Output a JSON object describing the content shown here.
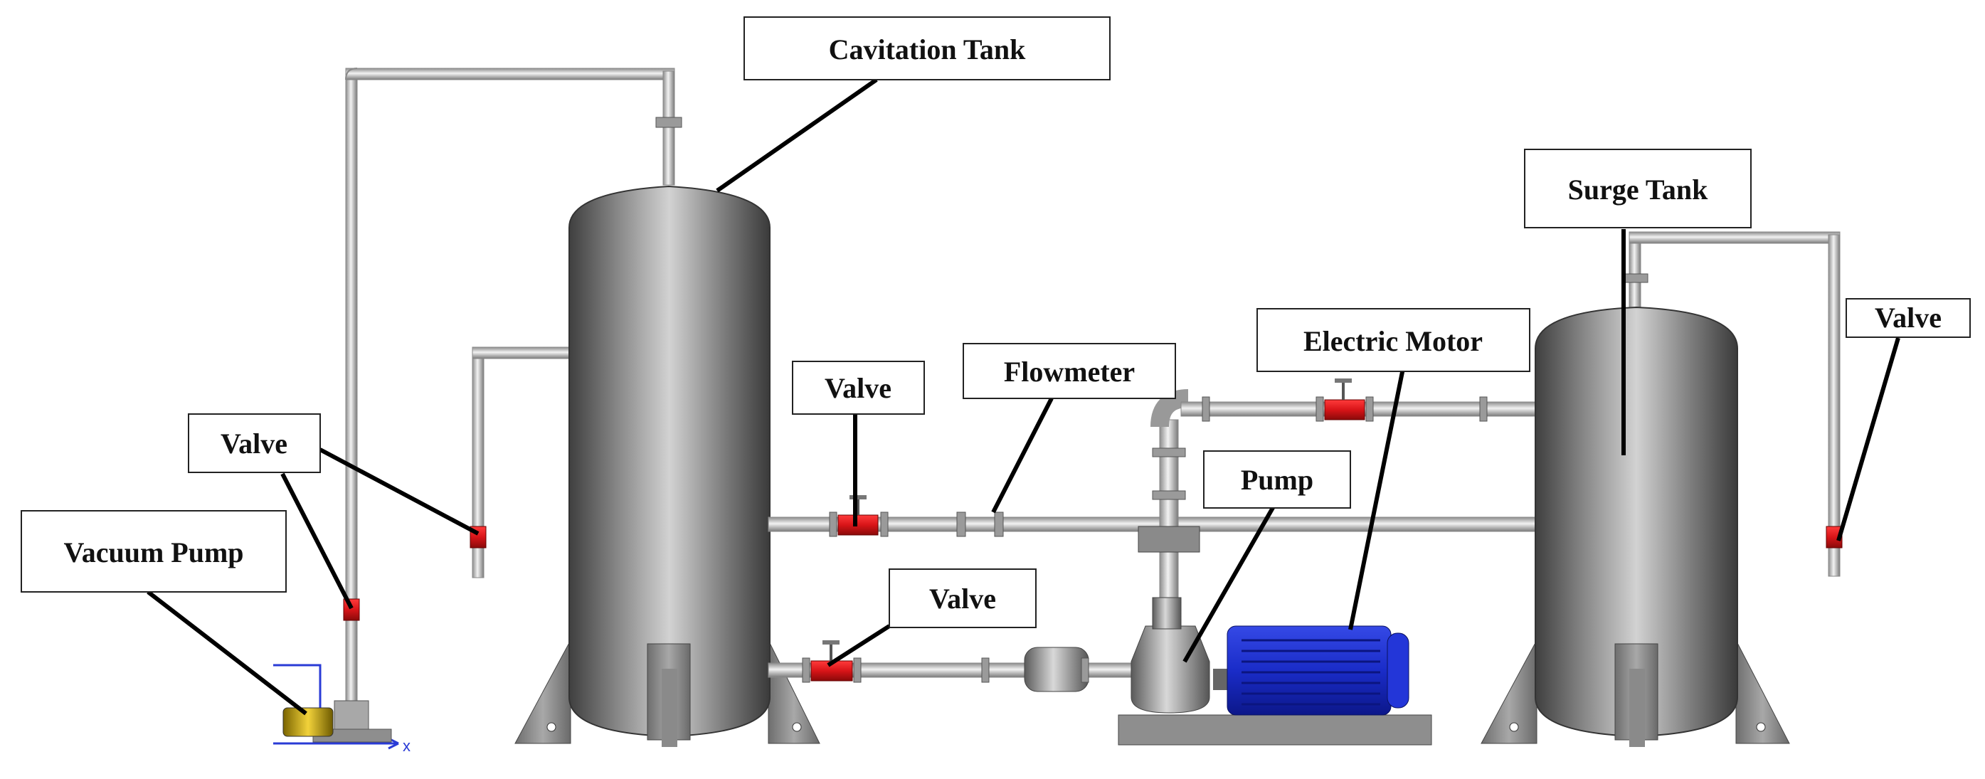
{
  "labels": {
    "cavitation_tank": "Cavitation Tank",
    "surge_tank": "Surge Tank",
    "valve_right": "Valve",
    "electric_motor": "Electric Motor",
    "valve_top": "Valve",
    "flowmeter": "Flowmeter",
    "pump": "Pump",
    "valve_left": "Valve",
    "vacuum_pump": "Vacuum Pump",
    "valve_bottom": "Valve"
  },
  "axis_marker": "x",
  "colors": {
    "valve": "#d81418",
    "motor": "#1c2fcf",
    "tank_dark": "#4a4a4a",
    "tank_light": "#c9c9c9",
    "pipe": "#bdbdbd",
    "vacuum_pump": "#c9a400"
  }
}
